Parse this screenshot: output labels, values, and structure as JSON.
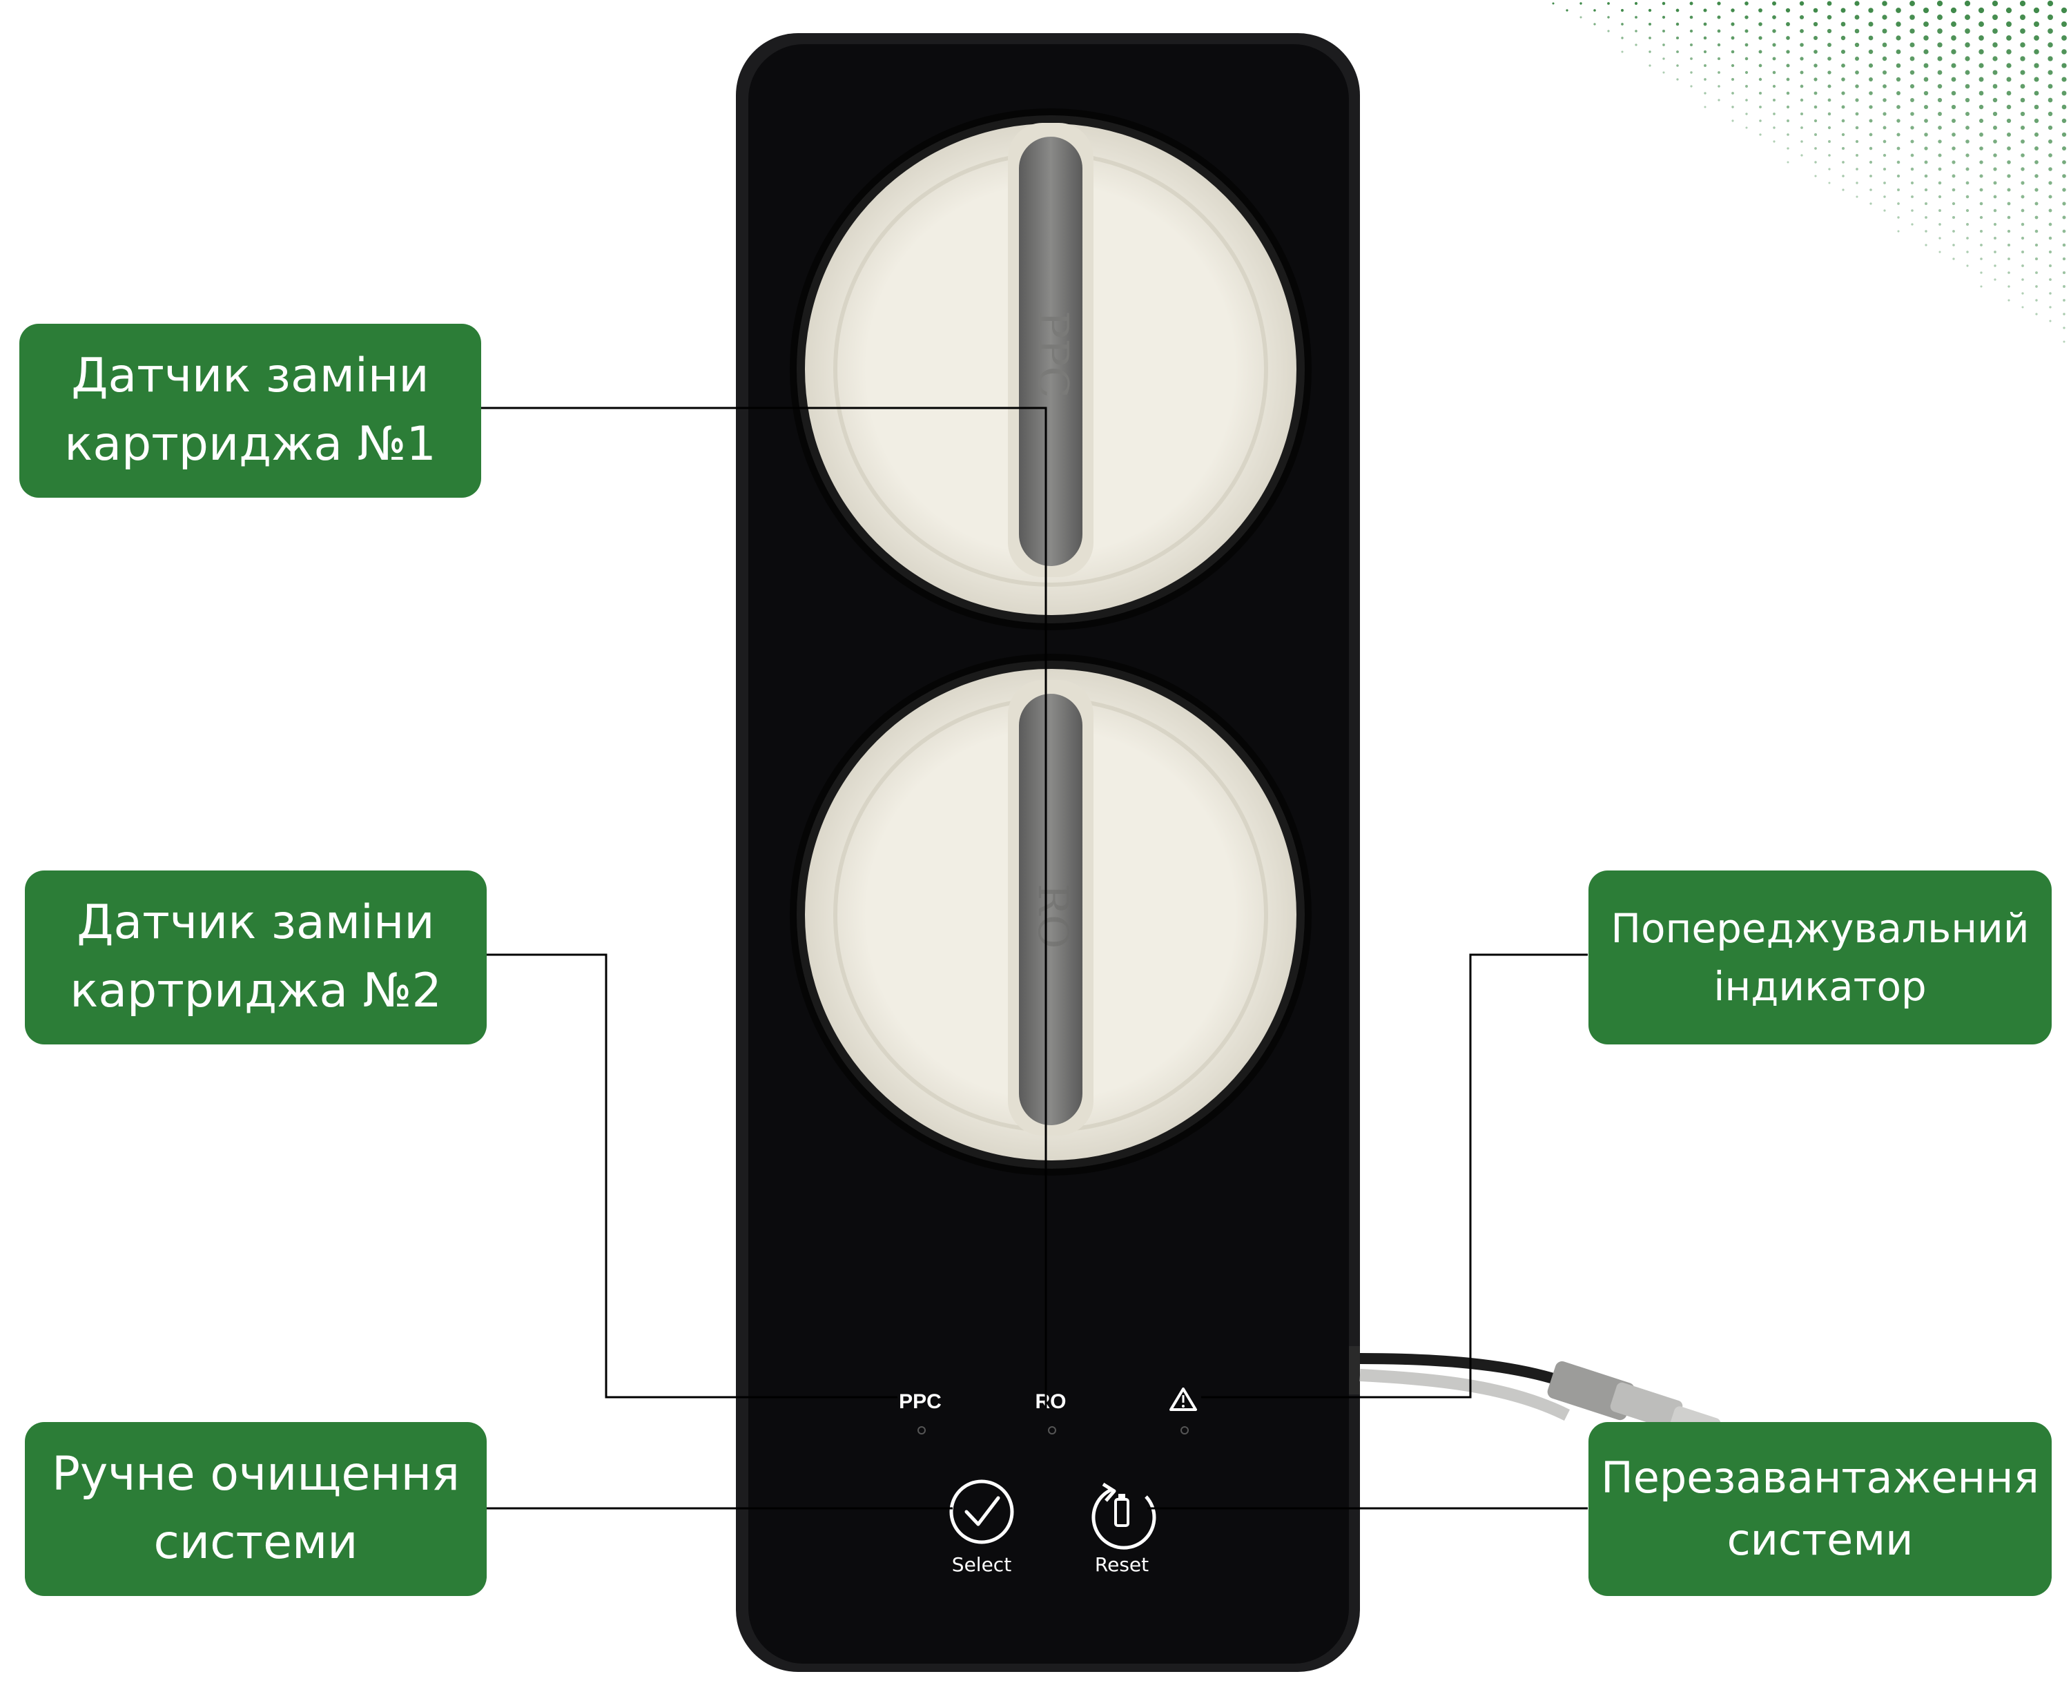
{
  "callouts": {
    "cartridge1": {
      "line1": "Датчик заміни",
      "line2": "картриджа №1"
    },
    "cartridge2": {
      "line1": "Датчик заміни",
      "line2": "картриджа №2"
    },
    "warning": {
      "line1": "Попереджувальний",
      "line2": "індикатор"
    },
    "manual_clean": {
      "line1": "Ручне очищення",
      "line2": "системи"
    },
    "restart": {
      "line1": "Перезавантаження",
      "line2": "системи"
    }
  },
  "device": {
    "cartridge1_label": "PPC",
    "cartridge2_label": "RO",
    "indicators": {
      "ppc": "PPC",
      "ro": "RO"
    },
    "buttons": {
      "select": "Select",
      "reset": "Reset"
    }
  },
  "colors": {
    "callout_bg": "#2c7d37",
    "device_body": "#0d0d0f",
    "cap": "#ece9df",
    "dot_pattern": "#2c7d37"
  }
}
